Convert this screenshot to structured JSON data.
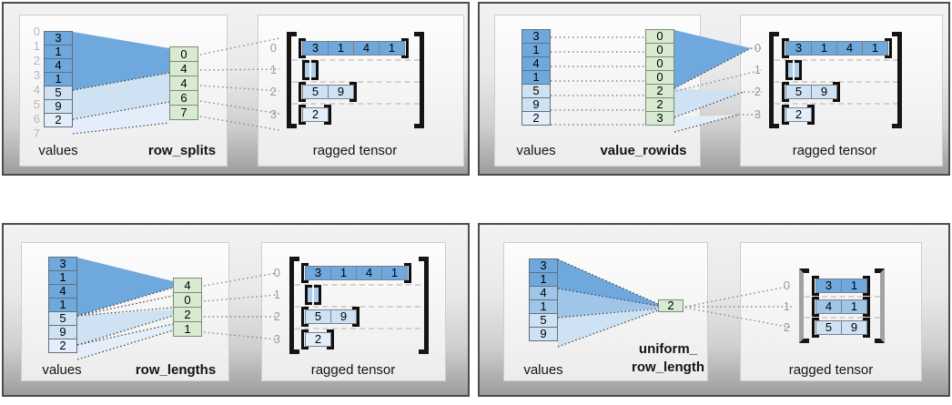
{
  "colors": {
    "dark_blue": "#6fa8dc",
    "mid_blue": "#9fc5e8",
    "light_blue": "#cfe2f3",
    "pale_blue": "#e3eefa",
    "green": "#d9ead3"
  },
  "panels": {
    "row_splits": {
      "values_label": "values",
      "key_label": "row_splits",
      "tensor_label": "ragged tensor",
      "boundary_indices": [
        "0",
        "1",
        "2",
        "3",
        "4",
        "5",
        "6",
        "7"
      ],
      "values": [
        "3",
        "1",
        "4",
        "1",
        "5",
        "9",
        "2"
      ],
      "key": [
        "0",
        "4",
        "4",
        "6",
        "7"
      ],
      "row_labels": [
        "0",
        "1",
        "2",
        "3"
      ],
      "rows": {
        "r0": [
          "3",
          "1",
          "4",
          "1"
        ],
        "r2": [
          "5",
          "9"
        ],
        "r3": [
          "2"
        ]
      }
    },
    "value_rowids": {
      "values_label": "values",
      "key_label": "value_rowids",
      "tensor_label": "ragged tensor",
      "values": [
        "3",
        "1",
        "4",
        "1",
        "5",
        "9",
        "2"
      ],
      "key": [
        "0",
        "0",
        "0",
        "0",
        "2",
        "2",
        "3"
      ],
      "row_labels": [
        "0",
        "1",
        "2",
        "3"
      ],
      "rows": {
        "r0": [
          "3",
          "1",
          "4",
          "1"
        ],
        "r2": [
          "5",
          "9"
        ],
        "r3": [
          "2"
        ]
      }
    },
    "row_lengths": {
      "values_label": "values",
      "key_label": "row_lengths",
      "tensor_label": "ragged tensor",
      "values": [
        "3",
        "1",
        "4",
        "1",
        "5",
        "9",
        "2"
      ],
      "key": [
        "4",
        "0",
        "2",
        "1"
      ],
      "row_labels": [
        "0",
        "1",
        "2",
        "3"
      ],
      "rows": {
        "r0": [
          "3",
          "1",
          "4",
          "1"
        ],
        "r2": [
          "5",
          "9"
        ],
        "r3": [
          "2"
        ]
      }
    },
    "uniform_row_length": {
      "values_label": "values",
      "key_label_line1": "uniform_",
      "key_label_line2": "row_length",
      "tensor_label": "ragged tensor",
      "values": [
        "3",
        "1",
        "4",
        "1",
        "5",
        "9"
      ],
      "key": [
        "2"
      ],
      "row_labels": [
        "0",
        "1",
        "2"
      ],
      "rows": {
        "r0": [
          "3",
          "1"
        ],
        "r1": [
          "4",
          "1"
        ],
        "r2": [
          "5",
          "9"
        ]
      }
    }
  }
}
